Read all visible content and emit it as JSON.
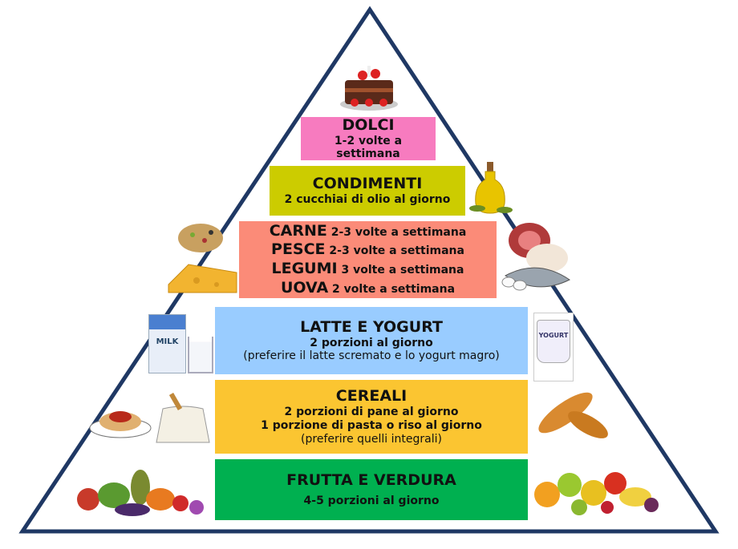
{
  "colors": {
    "outline": "#1f3864",
    "dolci": "#f77bbf",
    "condimenti": "#cccc00",
    "proteine": "#fb8b78",
    "latte": "#99ccff",
    "cereali": "#fbc531",
    "frutta": "#00b050"
  },
  "levels": {
    "dolci": {
      "title": "DOLCI",
      "line1": "1-2 volte a settimana"
    },
    "condimenti": {
      "title": "CONDIMENTI",
      "line1": "2 cucchiai di olio al giorno"
    },
    "proteine": {
      "rows": [
        {
          "name": "CARNE",
          "freq": "2-3 volte a settimana"
        },
        {
          "name": "PESCE",
          "freq": "2-3 volte a settimana"
        },
        {
          "name": "LEGUMI",
          "freq": "3 volte a settimana"
        },
        {
          "name": "UOVA",
          "freq": "2 volte a settimana"
        }
      ]
    },
    "latte": {
      "title": "LATTE E YOGURT",
      "line1": "2 porzioni al giorno",
      "note": "(preferire  il latte scremato e lo yogurt magro)"
    },
    "cereali": {
      "title": "CEREALI",
      "line1": "2 porzioni di pane al giorno",
      "line2": "1 porzione di pasta o riso al giorno",
      "note": "(preferire quelli integrali)"
    },
    "frutta": {
      "title": "FRUTTA E VERDURA",
      "line1": "4-5 porzioni al giorno"
    }
  },
  "images": {
    "milk_label": "MILK",
    "yogurt_label": "YOGURT"
  }
}
